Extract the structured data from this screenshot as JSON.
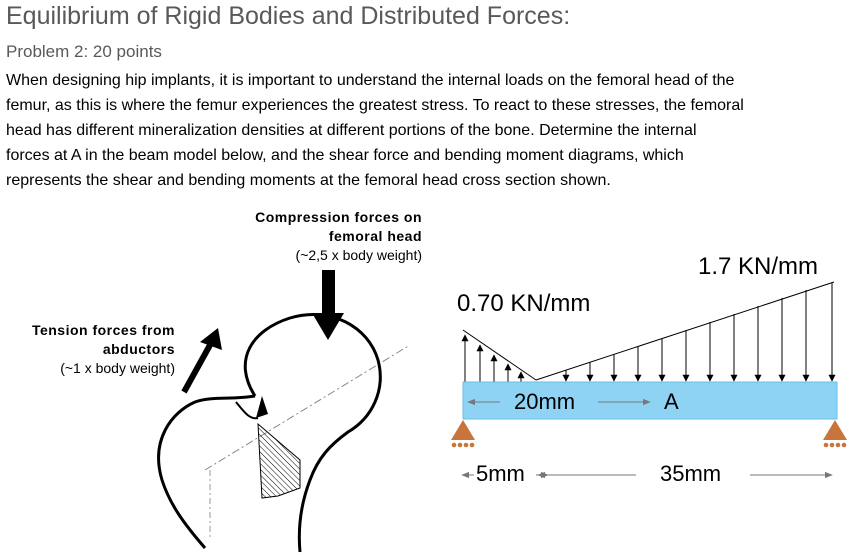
{
  "header": {
    "title": "Equilibrium of Rigid Bodies and Distributed Forces:",
    "problem": "Problem 2: 20 points"
  },
  "body": {
    "lines": [
      "When designing hip implants, it is important to understand the internal loads on the femoral head of the",
      "femur, as this is where the femur experiences the greatest stress. To react to these stresses, the femoral",
      "head has different mineralization densities at different portions of the bone. Determine the internal",
      "forces at A in the beam model below, and the shear force and bending moment diagrams, which",
      "represents the shear and bending moments at the femoral head cross section shown."
    ]
  },
  "femur_figure": {
    "compression": [
      "Compression forces on",
      "femoral head",
      "(~2,5 x body weight)"
    ],
    "tension": [
      "Tension forces from",
      "abductors",
      "(~1 x body weight)"
    ]
  },
  "beam": {
    "load_left": "0.70 KN/mm",
    "load_right": "1.7 KN/mm",
    "dim_20": "20mm",
    "point": "A",
    "dim_5": "5mm",
    "dim_35": "35mm",
    "beam_color": "#8fd3f4",
    "support_color": "#c8743c"
  }
}
